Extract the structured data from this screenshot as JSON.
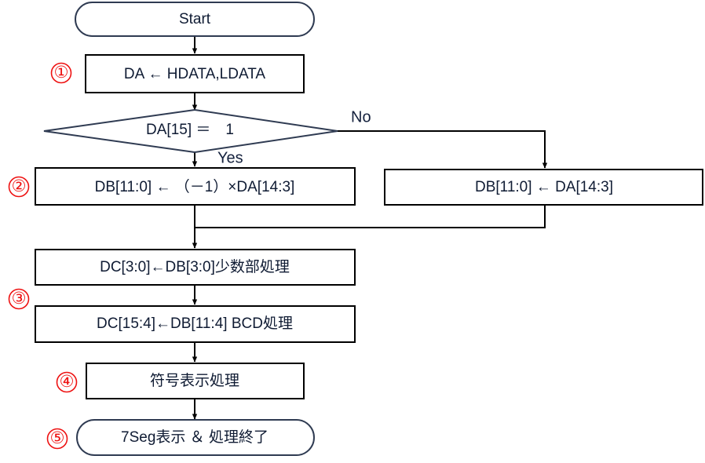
{
  "diagram": {
    "title": "16bit data sign / BCD display flowchart",
    "colors": {
      "box_stroke": "#000000",
      "oval_stroke": "#2f3b52",
      "diamond_stroke": "#2f3b52",
      "text": "#0f1b33",
      "marker": "#ee1111",
      "background": "#ffffff"
    },
    "nodes": {
      "start": {
        "label": "Start",
        "shape": "terminator"
      },
      "step1": {
        "label": "DA ← HDATA,LDATA",
        "shape": "process"
      },
      "decision": {
        "label": "DA[15] ＝　1",
        "shape": "decision"
      },
      "step2_yes": {
        "label": "DB[11:0] ← （－1）×DA[14:3]",
        "shape": "process"
      },
      "step2_no": {
        "label": "DB[11:0] ← DA[14:3]",
        "shape": "process"
      },
      "step3a": {
        "label": "DC[3:0]←DB[3:0]少数部処理",
        "shape": "process"
      },
      "step3b": {
        "label": "DC[15:4]←DB[11:4] BCD処理",
        "shape": "process"
      },
      "step4": {
        "label": "符号表示処理",
        "shape": "process"
      },
      "step5": {
        "label": "7Seg表示 ＆ 処理終了",
        "shape": "terminator"
      }
    },
    "branch_labels": {
      "yes": "Yes",
      "no": "No"
    },
    "markers": [
      {
        "id": "marker-1",
        "label": "①"
      },
      {
        "id": "marker-2",
        "label": "②"
      },
      {
        "id": "marker-3",
        "label": "③"
      },
      {
        "id": "marker-4",
        "label": "④"
      },
      {
        "id": "marker-5",
        "label": "⑤"
      }
    ]
  }
}
